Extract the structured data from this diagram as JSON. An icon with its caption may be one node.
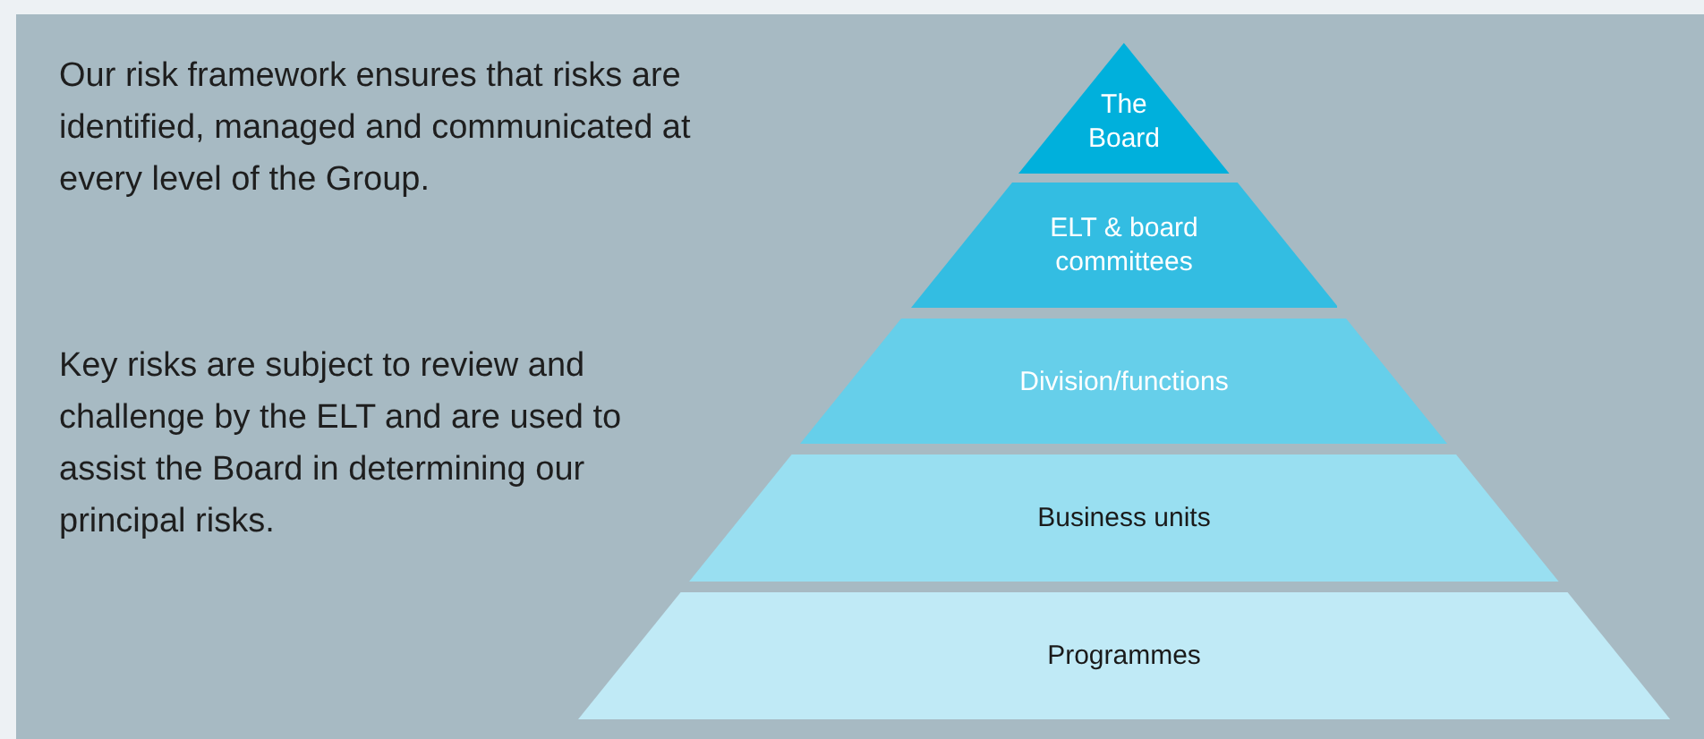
{
  "diagram": {
    "nodes": [
      {
        "text": [
          "The Board"
        ]
      },
      {
        "text": [
          "ELT & board committees"
        ]
      },
      {
        "text": [
          "Division/functions"
        ]
      },
      {
        "text": [
          "Business units"
        ]
      },
      {
        "text": [
          "Programmes"
        ]
      }
    ],
    "labels": [
      "Our risk framework ensures that risks are identified, managed and communicated at every level of the Group.",
      "Key risks are subject to review and challenge by the ELT and are used to assist the Board in determining our principal risks."
    ]
  }
}
